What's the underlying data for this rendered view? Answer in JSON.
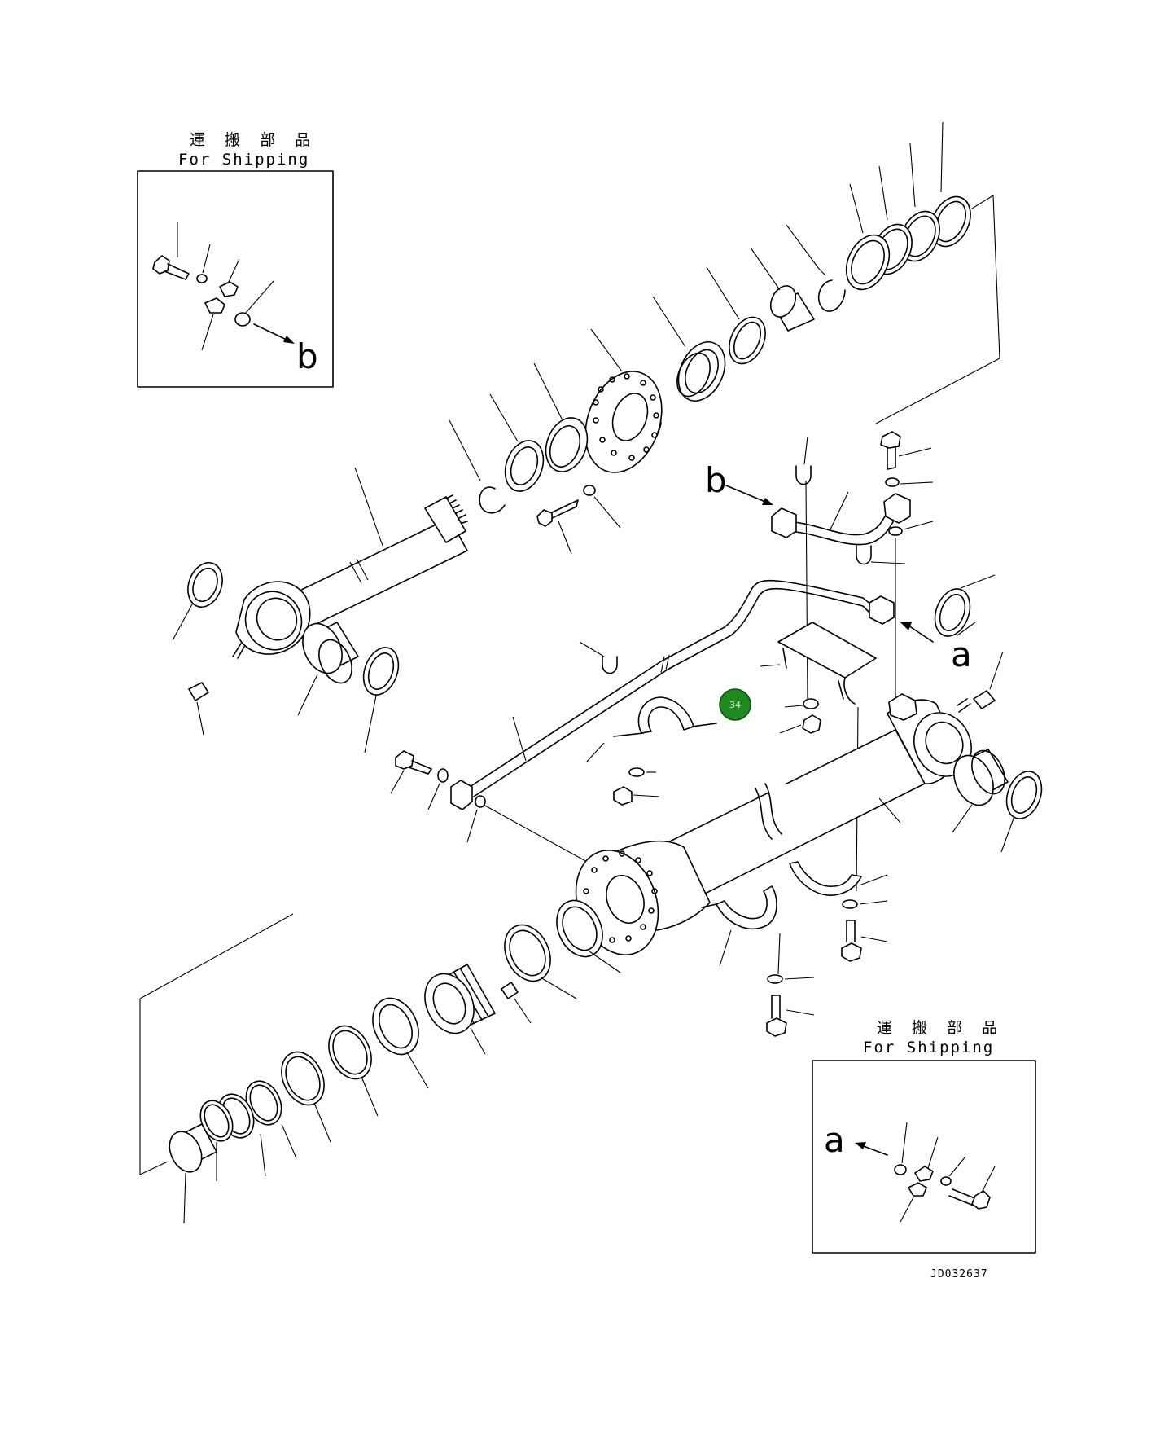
{
  "shipping_label_jp": "運 搬 部 品",
  "shipping_label_en": "For Shipping",
  "inset_b": {
    "view_letter": "b"
  },
  "inset_a": {
    "view_letter": "a"
  },
  "view_refs": {
    "b": "b",
    "a": "a"
  },
  "callout": {
    "number": "34",
    "color": "#1f8a1f"
  },
  "drawing_code": "JD032637"
}
